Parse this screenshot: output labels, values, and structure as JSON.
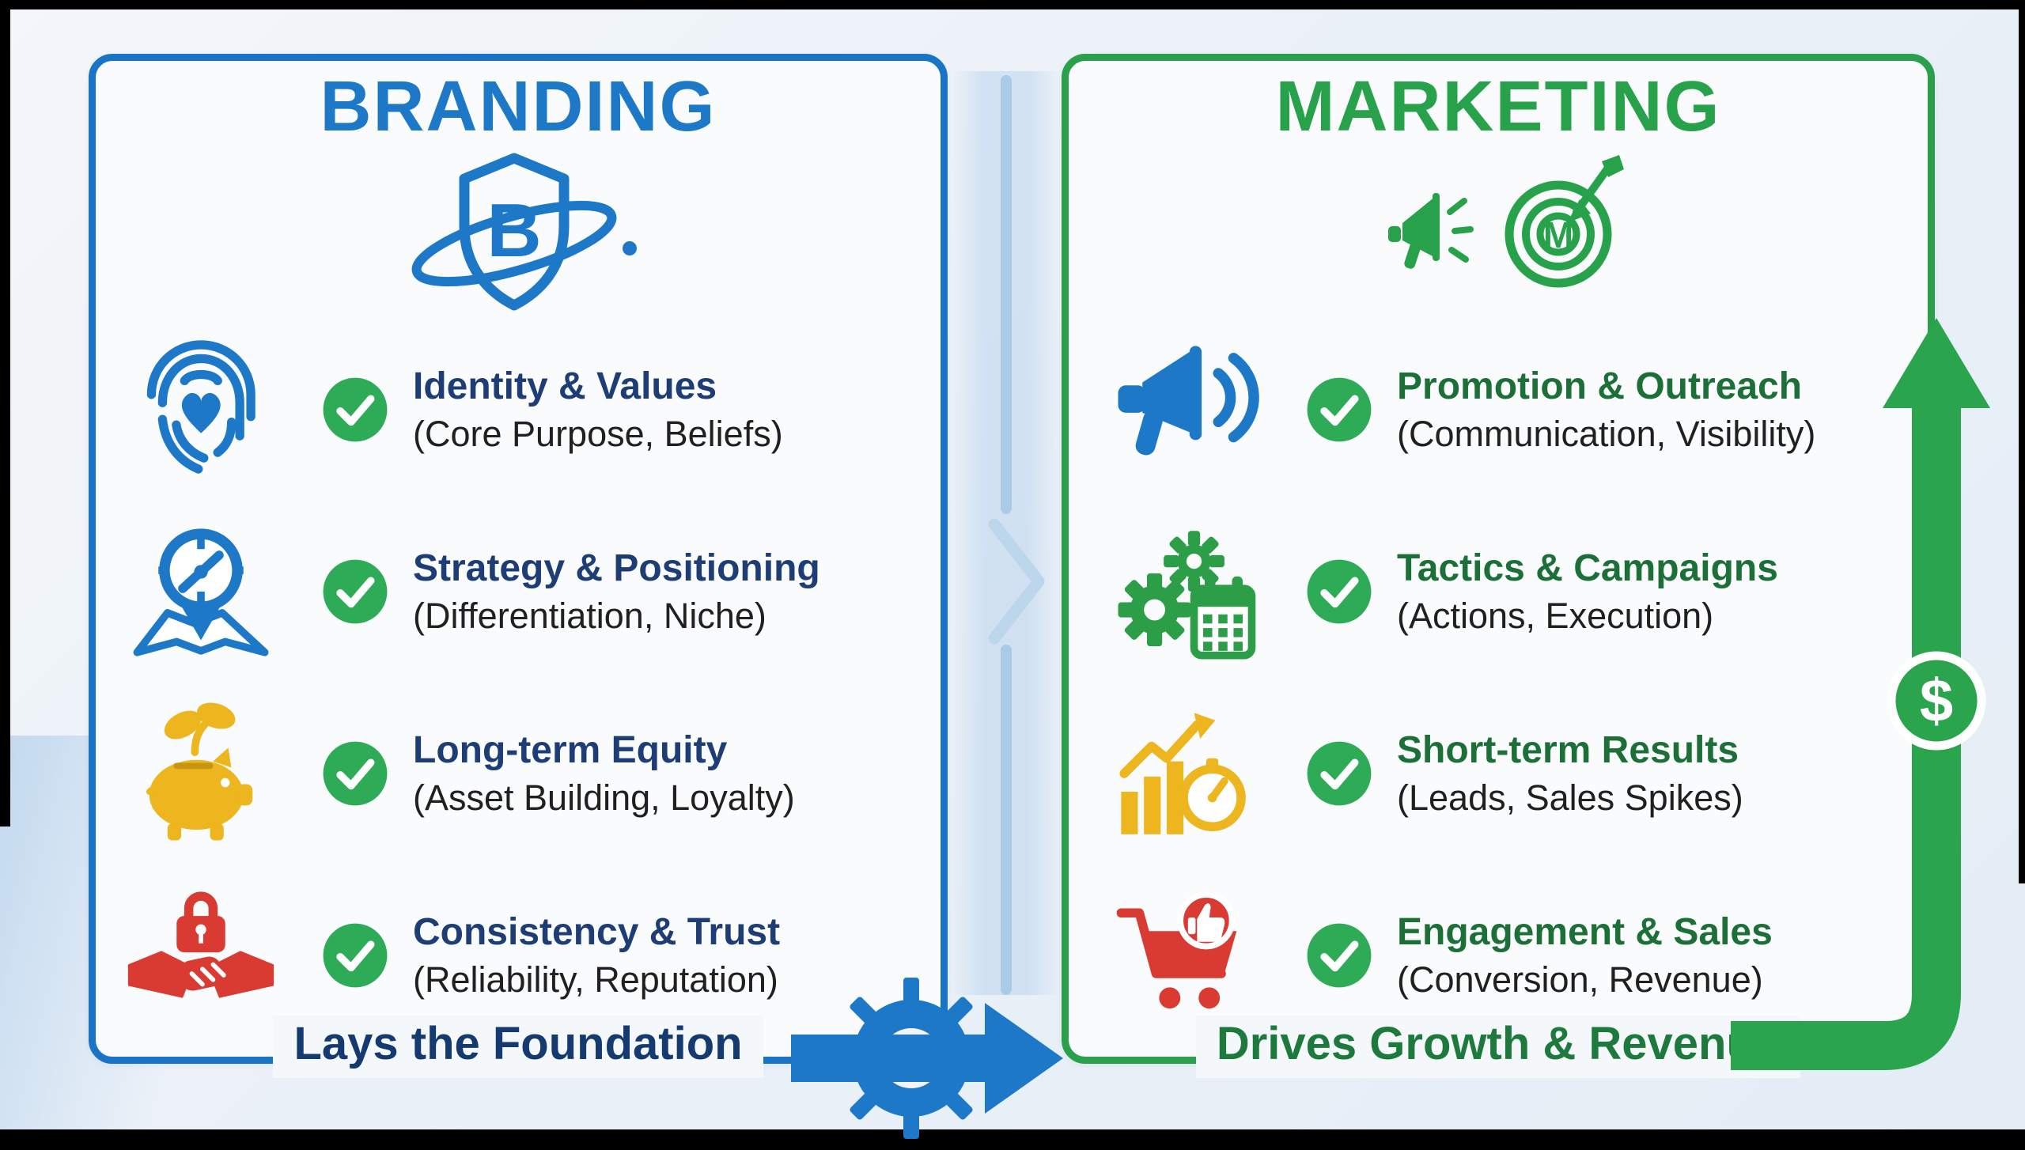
{
  "branding": {
    "title": "BRANDING",
    "logo_letter": "B",
    "logo_icon": "shield-b-orbit-icon",
    "accent_color": "#1a74c5",
    "heading_color": "#1d3d74",
    "footer": "Lays the Foundation",
    "items": [
      {
        "icon": "fingerprint-heart-icon",
        "icon_color": "#1e78c8",
        "title": "Identity & Values",
        "subtitle": "(Core Purpose, Beliefs)"
      },
      {
        "icon": "compass-map-icon",
        "icon_color": "#1e78c8",
        "title": "Strategy & Positioning",
        "subtitle": "(Differentiation, Niche)"
      },
      {
        "icon": "piggy-bank-sprout-icon",
        "icon_color": "#edb51e",
        "title": "Long-term Equity",
        "subtitle": "(Asset Building, Loyalty)"
      },
      {
        "icon": "handshake-lock-icon",
        "icon_color": "#d93a31",
        "title": "Consistency & Trust",
        "subtitle": "(Reliability, Reputation)"
      }
    ]
  },
  "marketing": {
    "title": "MARKETING",
    "logo_letter": "M",
    "logo_icon": "megaphone-target-icon",
    "accent_color": "#2ba04c",
    "heading_color": "#1d6f38",
    "footer": "Drives Growth & Revenue",
    "dollar_badge": "$",
    "items": [
      {
        "icon": "megaphone-icon",
        "icon_color": "#1e78c8",
        "title": "Promotion & Outreach",
        "subtitle": "(Communication, Visibility)"
      },
      {
        "icon": "gears-calendar-icon",
        "icon_color": "#2b9e47",
        "title": "Tactics & Campaigns",
        "subtitle": "(Actions, Execution)"
      },
      {
        "icon": "chart-stopwatch-icon",
        "icon_color": "#edb51e",
        "title": "Short-term Results",
        "subtitle": "(Leads, Sales Spikes)"
      },
      {
        "icon": "cart-thumbs-up-icon",
        "icon_color": "#d93a31",
        "title": "Engagement & Sales",
        "subtitle": "(Conversion, Revenue)"
      }
    ]
  },
  "connectors": {
    "gear_arrow_icon": "gear-arrow-icon",
    "gear_arrow_color": "#1e78c8",
    "growth_arrow_icon": "growth-arrow-icon",
    "growth_arrow_color": "#2aa44d",
    "divider_chevron_icon": "chevron-right-icon"
  },
  "checkmark": {
    "icon": "check-icon",
    "color": "#2eab57"
  }
}
